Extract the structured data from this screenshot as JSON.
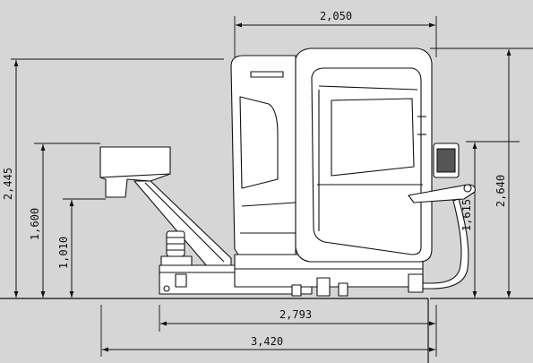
{
  "colors": {
    "background": "#d6d6d6",
    "line": "#111111",
    "machine_fill": "#ffffff"
  },
  "dimensions": {
    "top_width": "2,050",
    "left_total_height": "2,445",
    "left_hopper_height": "1,600",
    "left_conveyor_height": "1,010",
    "right_control_height": "1,615",
    "right_total_height": "2,640",
    "bottom_inner_width": "2,793",
    "bottom_total_width": "3,420"
  }
}
